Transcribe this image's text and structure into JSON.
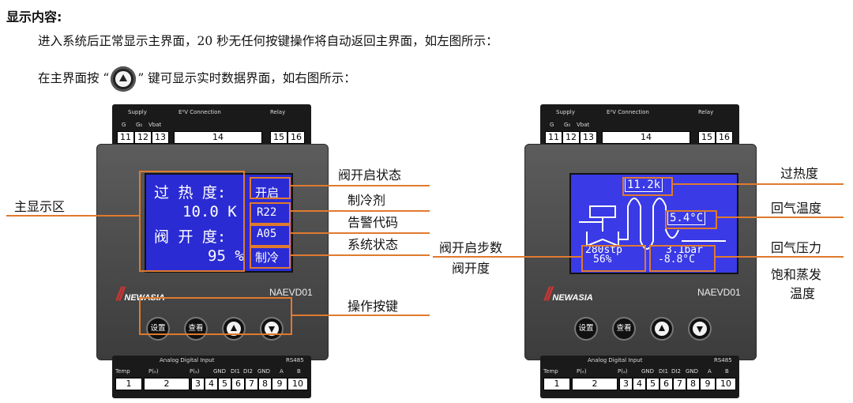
{
  "doc": {
    "heading": "显示内容:",
    "para1": "进入系统后正常显示主界面，20 秒无任何按键操作将自动返回主界面，如左图所示：",
    "para2_pre": "在主界面按 “",
    "para2_post": "” 键可显示实时数据界面，如右图所示："
  },
  "device": {
    "supply_label": "Supply",
    "ev_label": "E²V Connection",
    "relay_label": "Relay",
    "term_g": "G",
    "term_g0": "G₀",
    "term_vbat": "Vbat",
    "t11": "11",
    "t12": "12",
    "t13": "13",
    "t14": "14",
    "t15": "15",
    "t16": "16",
    "analog_label": "Analog Digital Input",
    "rs485_label": "RS485",
    "b_temp": "Temp",
    "b_p1": "P(ₑ)",
    "b_p2": "P(ₐ)",
    "b_gnd": "GND",
    "b_di1": "DI1",
    "b_di2": "DI2",
    "b_gnd2": "GND",
    "b_a": "A",
    "b_b": "B",
    "b1": "1",
    "b2": "2",
    "b3": "3",
    "b4": "4",
    "b5": "5",
    "b6": "6",
    "b7": "7",
    "b8": "8",
    "b9": "9",
    "b10": "10",
    "logo": "NEWASIA",
    "model": "NAEVD01",
    "key_set": "设置",
    "key_view": "查看"
  },
  "left_lcd": {
    "line1": "过 热 度:",
    "line2": "10.0 K",
    "line3": "阀 开 度:",
    "line4": "95 %",
    "s1": "开启",
    "s2": "R22",
    "s3": "A05",
    "s4": "制冷"
  },
  "right_lcd": {
    "superheat": "11.2k",
    "temp": "5.4°C",
    "steps": "280stp",
    "opening": "56%",
    "pressure": "3.1bar",
    "sat_temp": "-8.8°C"
  },
  "callouts_left": {
    "main_area": "主显示区",
    "valve_state": "阀开启状态",
    "refrigerant": "制冷剂",
    "alarm": "告警代码",
    "sys_state": "系统状态",
    "keys": "操作按键"
  },
  "callouts_right": {
    "superheat": "过热度",
    "return_temp": "回气温度",
    "return_pressure": "回气压力",
    "sat_line1": "饱和蒸发",
    "sat_line2": "温度",
    "steps_line1": "阀开启步数",
    "steps_line2": "阀开度"
  },
  "colors": {
    "accent": "#e07a2e",
    "lcd": "#2b2bd4"
  }
}
